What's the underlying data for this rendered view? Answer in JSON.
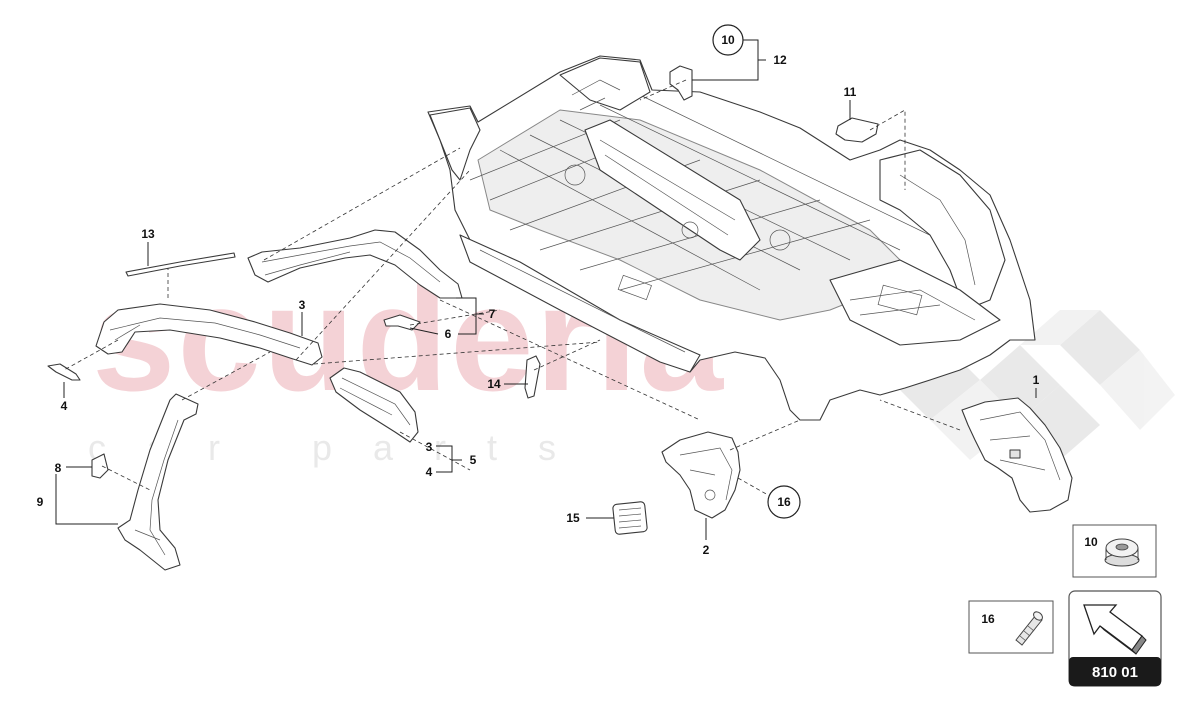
{
  "watermark": {
    "main": "scuderia",
    "sub": "car parts"
  },
  "callouts": {
    "c1": "1",
    "c2": "2",
    "c3a": "3",
    "c3b": "3",
    "c4a": "4",
    "c4b": "4",
    "c5": "5",
    "c6": "6",
    "c7": "7",
    "c8": "8",
    "c9": "9",
    "c10": "10",
    "c11": "11",
    "c12": "12",
    "c13": "13",
    "c14": "14",
    "c15": "15",
    "c16": "16"
  },
  "legend": {
    "item10_label": "10",
    "item16_label": "16"
  },
  "nav_box": {
    "code": "810 01",
    "icon": "arrow-icon"
  },
  "colors": {
    "watermark": "#f2c7cc",
    "code_bg": "#1a1a1a",
    "line": "#222222"
  }
}
